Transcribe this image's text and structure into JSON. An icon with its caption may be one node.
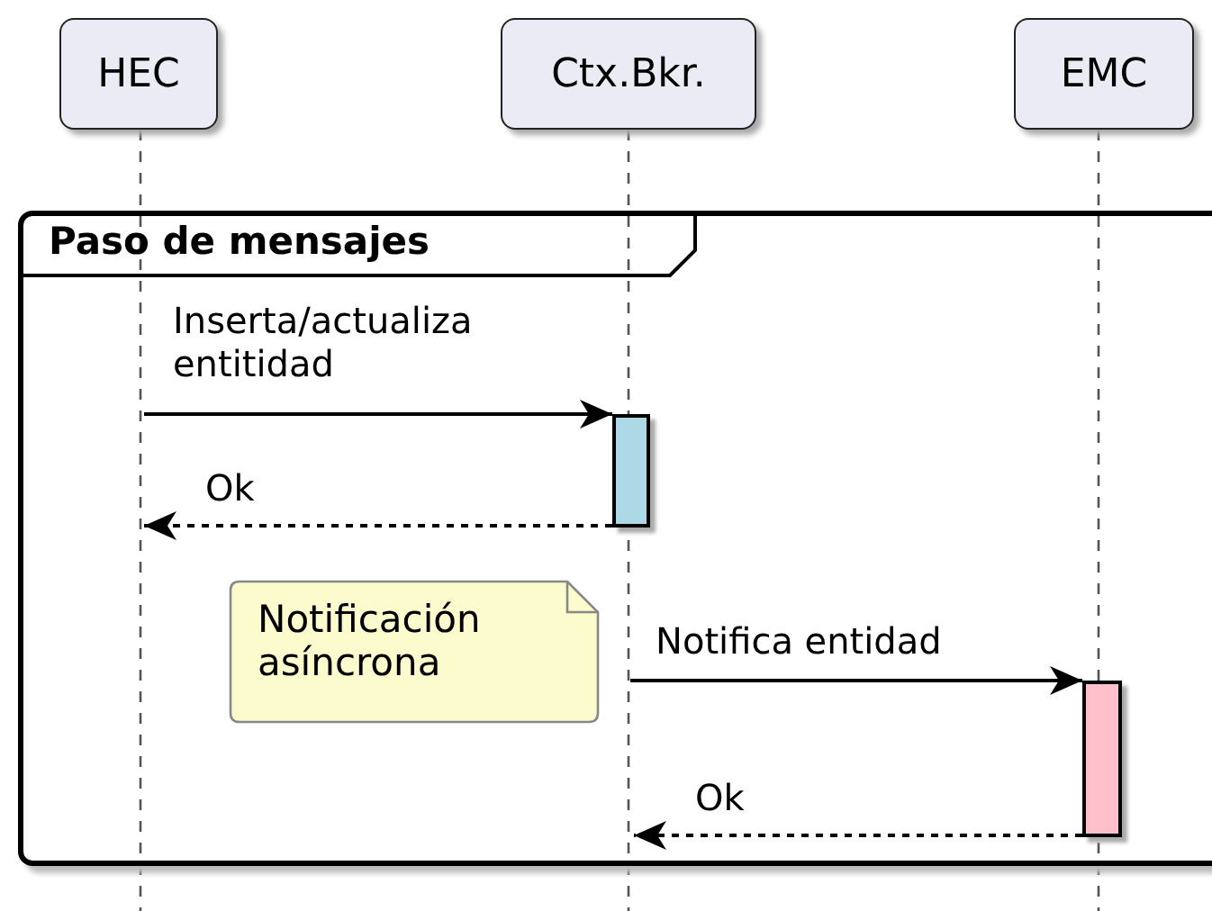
{
  "diagram": {
    "nodes": [
      {
        "text": [
          "HEC"
        ]
      },
      {
        "text": [
          "Ctx.Bkr."
        ]
      },
      {
        "text": [
          "EMC"
        ]
      },
      {
        "text": [
          "Paso de mensajes"
        ]
      },
      {
        "text": [],
        "shape": "bar",
        "in": 3
      },
      {
        "text": [
          "Notificación asíncrona"
        ],
        "in": 3
      },
      {
        "text": [],
        "shape": "bar",
        "in": 3
      }
    ],
    "edges": [
      {
        "from": null,
        "to": 4,
        "arrow": "to",
        "label": "Inserta/actualiza entitidad"
      },
      {
        "from": 4,
        "to": null,
        "arrow": "to",
        "label": "Ok",
        "style": "dashed"
      },
      {
        "from": null,
        "to": 6,
        "arrow": "to",
        "label": "Notifica entidad"
      },
      {
        "from": 6,
        "to": null,
        "arrow": "to",
        "label": "Ok",
        "style": "dashed"
      }
    ]
  }
}
